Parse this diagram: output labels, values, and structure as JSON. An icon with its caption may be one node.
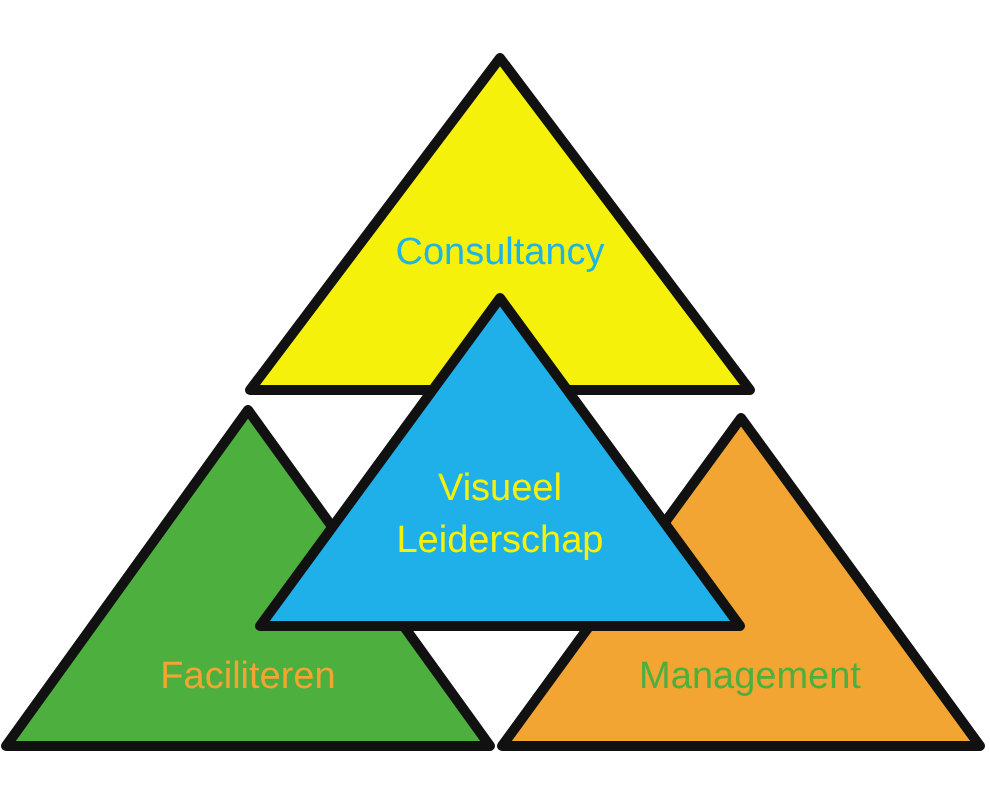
{
  "diagram": {
    "nodes": [
      {
        "text": [
          "Consultancy"
        ]
      },
      {
        "text": [
          "Faciliteren"
        ]
      },
      {
        "text": [
          "Management"
        ]
      },
      {
        "text": [
          "Visueel Leiderschap"
        ]
      }
    ]
  }
}
